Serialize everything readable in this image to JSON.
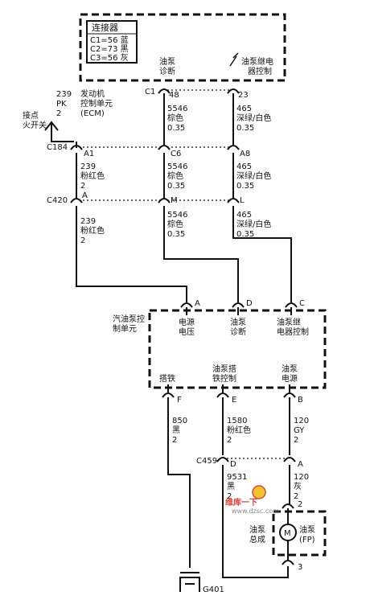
{
  "top_box": {
    "title": "连接器",
    "legend_lines": [
      "C1=56 蓝",
      "C2=73 黑",
      "C3=56 灰"
    ],
    "pump_diag": [
      "油泵",
      "诊断"
    ],
    "pump_relay_ctrl": [
      "油泵继电",
      "器控制"
    ]
  },
  "ecm": {
    "name": [
      "发动机",
      "控制单元",
      "(ECM)"
    ],
    "ignition_label": [
      "接点",
      "火开关"
    ],
    "ign_wire": [
      "239",
      "PK",
      "2"
    ]
  },
  "connectors": {
    "c1": "C1",
    "c184": "C184",
    "c420": "C420",
    "c459": "C459"
  },
  "pins_c1": [
    "48",
    "23"
  ],
  "pins_c184": [
    "A1",
    "C6",
    "A8"
  ],
  "pins_c420": [
    "A",
    "M",
    "L"
  ],
  "wires": {
    "w1_top": [
      "5546",
      "棕色",
      "0.35"
    ],
    "w2_top": [
      "465",
      "深绿/白色",
      "0.35"
    ],
    "w0_mid": [
      "239",
      "粉红色",
      "2"
    ],
    "w1_mid": [
      "5546",
      "棕色",
      "0.35"
    ],
    "w2_mid": [
      "465",
      "深绿/白色",
      "0.35"
    ],
    "w0_low": [
      "239",
      "粉红色",
      "2"
    ],
    "w1_low": [
      "5546",
      "棕色",
      "0.35"
    ],
    "w2_low": [
      "465",
      "深绿/白色",
      "0.35"
    ],
    "g_wire": [
      "850",
      "黑",
      "2"
    ],
    "e_wire": [
      "1580",
      "粉红色",
      "2"
    ],
    "b_wire": [
      "120",
      "GY",
      "2"
    ],
    "d_wire": [
      "9531",
      "黑",
      "2"
    ],
    "a_wire": [
      "120",
      "灰",
      "2"
    ]
  },
  "fpcm": {
    "name": [
      "汽油泵控",
      "制单元"
    ],
    "pin_a": "A",
    "pin_d": "D",
    "pin_c": "C",
    "lbl_a": [
      "电源",
      "电压"
    ],
    "lbl_d": [
      "油泵",
      "诊断"
    ],
    "lbl_c": [
      "油泵继",
      "电器控制"
    ],
    "pin_f": "F",
    "pin_e": "E",
    "pin_b": "B",
    "lbl_f": [
      "搭铁"
    ],
    "lbl_e": [
      "油泵搭",
      "铁控制"
    ],
    "lbl_b": [
      "油泵",
      "电源"
    ]
  },
  "c459_pins": [
    "D",
    "A"
  ],
  "pump": {
    "assy": [
      "油泵",
      "总成"
    ],
    "name": [
      "油泵",
      "(FP)"
    ],
    "motor": "M",
    "pin_top": "2",
    "pin_bottom": "3"
  },
  "ground": "G401",
  "watermark": {
    "text": "维库一下",
    "url": "www.dzsc.com"
  }
}
